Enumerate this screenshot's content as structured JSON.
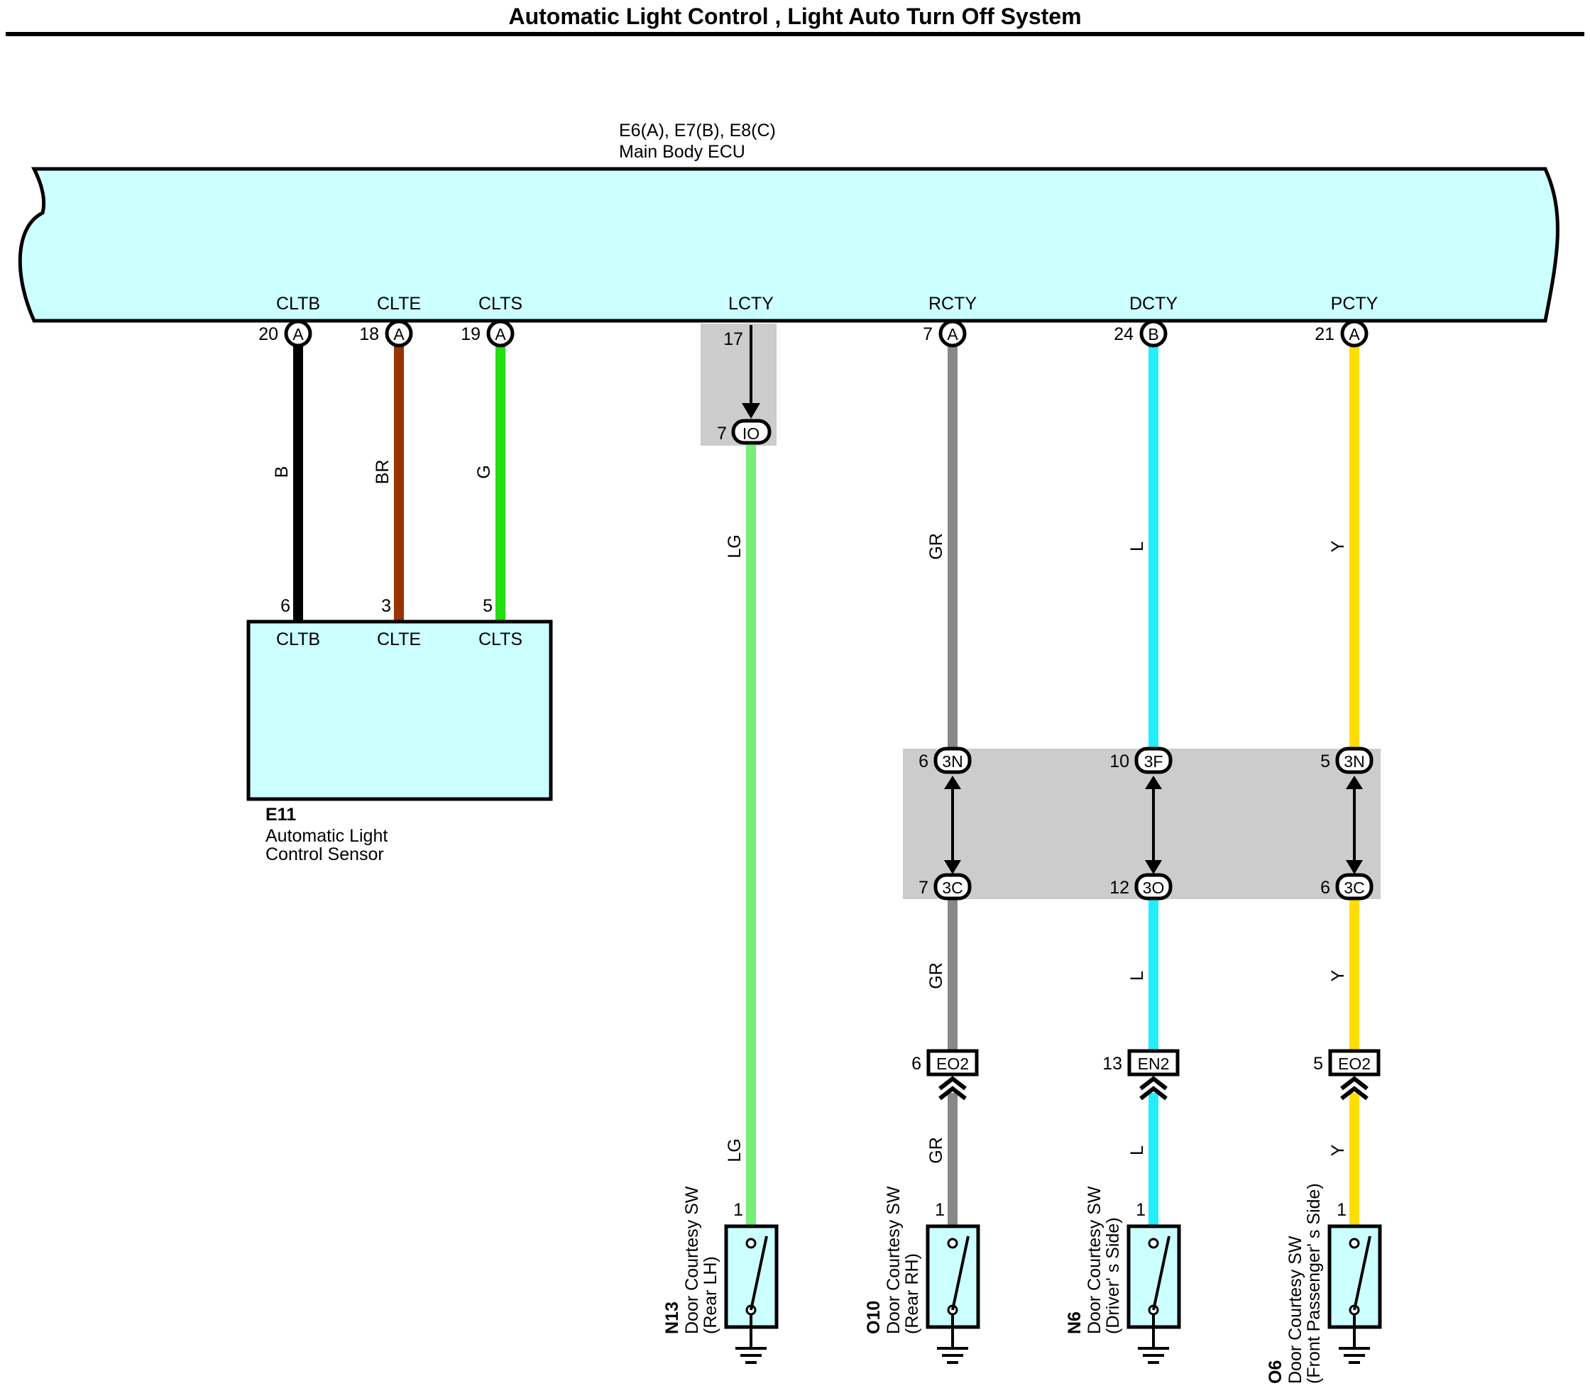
{
  "title": "Automatic Light Control , Light Auto Turn Off System",
  "ecu": {
    "code": "E6(A), E7(B), E8(C)",
    "name": "Main Body ECU"
  },
  "ecu_pins": [
    {
      "id": "cltb",
      "label": "CLTB",
      "pin": "20",
      "conn": "A"
    },
    {
      "id": "clte",
      "label": "CLTE",
      "pin": "18",
      "conn": "A"
    },
    {
      "id": "clts",
      "label": "CLTS",
      "pin": "19",
      "conn": "A"
    },
    {
      "id": "lcty",
      "label": "LCTY",
      "pin": "17",
      "conn": ""
    },
    {
      "id": "rcty",
      "label": "RCTY",
      "pin": "7",
      "conn": "A"
    },
    {
      "id": "dcty",
      "label": "DCTY",
      "pin": "24",
      "conn": "B"
    },
    {
      "id": "pcty",
      "label": "PCTY",
      "pin": "21",
      "conn": "A"
    }
  ],
  "sensor": {
    "code": "E11",
    "name_line1": "Automatic Light",
    "name_line2": "Control Sensor",
    "pins": [
      {
        "label": "CLTB",
        "pin": "6",
        "wire": "B",
        "color": "#000000"
      },
      {
        "label": "CLTE",
        "pin": "3",
        "wire": "BR",
        "color": "#993300"
      },
      {
        "label": "CLTS",
        "pin": "5",
        "wire": "G",
        "color": "#22dd11"
      }
    ]
  },
  "lcty_junction": {
    "pin": "7",
    "conn": "IO"
  },
  "wire_colors": {
    "LG": "#77ee77",
    "GR": "#888888",
    "L": "#22eeff",
    "Y": "#ffdd00"
  },
  "junctions_upper": [
    {
      "pin": "6",
      "conn": "3N"
    },
    {
      "pin": "10",
      "conn": "3F"
    },
    {
      "pin": "5",
      "conn": "3N"
    }
  ],
  "junctions_lower": [
    {
      "pin": "7",
      "conn": "3C"
    },
    {
      "pin": "12",
      "conn": "3O"
    },
    {
      "pin": "6",
      "conn": "3C"
    }
  ],
  "inline_connectors": [
    {
      "pin": "6",
      "conn": "EO2"
    },
    {
      "pin": "13",
      "conn": "EN2"
    },
    {
      "pin": "5",
      "conn": "EO2"
    }
  ],
  "wire_labels": {
    "lcty": [
      "LG",
      "LG"
    ],
    "rcty": [
      "GR",
      "GR",
      "GR"
    ],
    "dcty": [
      "L",
      "L",
      "L"
    ],
    "pcty": [
      "Y",
      "Y",
      "Y"
    ]
  },
  "switches": [
    {
      "code": "N13",
      "line1": "Door Courtesy SW",
      "line2": "(Rear LH)",
      "pin": "1"
    },
    {
      "code": "O10",
      "line1": "Door Courtesy SW",
      "line2": "(Rear RH)",
      "pin": "1"
    },
    {
      "code": "N6",
      "line1": "Door Courtesy SW",
      "line2": "(Driver' s Side)",
      "pin": "1"
    },
    {
      "code": "O6",
      "line1": "Door Courtesy SW",
      "line2": "(Front Passenger' s Side)",
      "pin": "1"
    }
  ]
}
